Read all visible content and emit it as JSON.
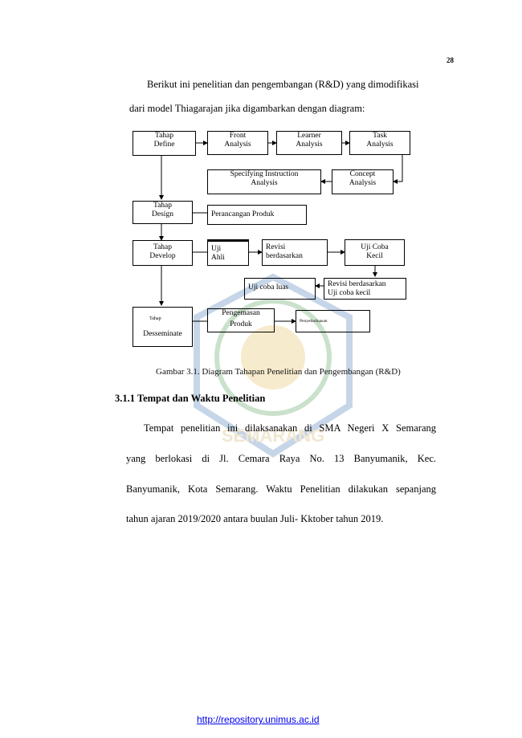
{
  "page_number": "28",
  "intro": {
    "line1": "Berikut ini penelitian dan pengembangan (R&D) yang dimodifikasi",
    "line2": "dari model Thiagarajan jika digambarkan dengan diagram:"
  },
  "diagram": {
    "define": [
      "Tahap",
      "Define"
    ],
    "front": [
      "Front",
      "Analysis"
    ],
    "learner": [
      "Learner",
      "Analysis"
    ],
    "task": [
      "Task",
      "Analysis"
    ],
    "specifying": [
      "Specifying  Instruction",
      "Analysis"
    ],
    "concept": [
      "Concept",
      "Analysis"
    ],
    "design": [
      "Tahap",
      "Design"
    ],
    "perancangan": "Perancangan Produk",
    "develop": [
      "Tahap",
      "Develop"
    ],
    "uji_ahli": [
      "Uji",
      "Ahli"
    ],
    "revisi": [
      "Revisi",
      "berdasarkan"
    ],
    "uji_coba_kecil": [
      "Uji Coba",
      "Kecil"
    ],
    "revisi_kecil": [
      "Revisi berdasarkan",
      "Uji coba kecil"
    ],
    "uji_luas": "Uji coba luas",
    "disseminate": [
      "Tahap",
      "Desseminate"
    ],
    "pengemasan": [
      "Pengemasan",
      "Produk"
    ],
    "penyebarluasan": "Penyebarluasan"
  },
  "caption": "Gambar 3.1. Diagram Tahapan Penelitian dan Pengembangan (R&D)",
  "section": {
    "heading": "3.1.1  Tempat dan Waktu Penelitian",
    "p1": "Tempat penelitian ini dilaksanakan di SMA Negeri X Semarang",
    "p2": "yang berlokasi di Jl. Cemara Raya No. 13 Banyumanik, Kec.",
    "p3": "Banyumanik, Kota Semarang. Waktu Penelitian dilakukan sepanjang",
    "p4": "tahun ajaran 2019/2020 antara buulan Juli- Kktober tahun 2019."
  },
  "watermark_text": "SEMARANG",
  "footer_link": "http://repository.unimus.ac.id"
}
